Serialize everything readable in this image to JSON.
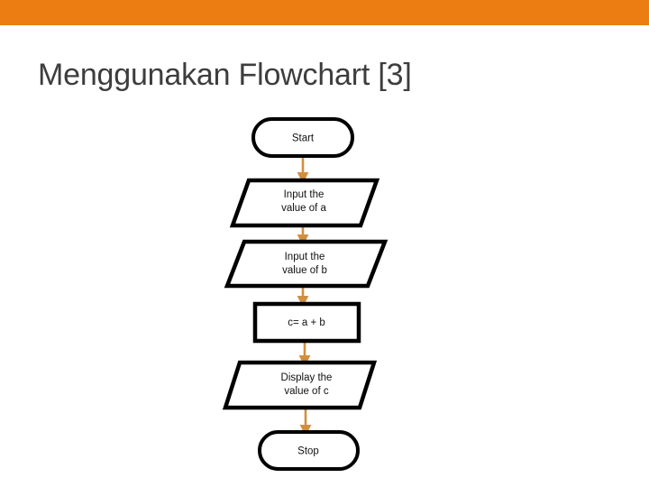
{
  "slide": {
    "title": "Menggunakan Flowchart [3]",
    "band_color": "#ec7d13",
    "background_color": "#ffffff",
    "title_color": "#3d3d3d"
  },
  "chart_data": {
    "type": "diagram",
    "diagram_kind": "flowchart",
    "title": "Menggunakan Flowchart [3]",
    "orientation": "top-to-bottom",
    "shape_outline_color": "#000000",
    "shape_fill_color": "#ffffff",
    "connector_color": "#d18f3f",
    "nodes": [
      {
        "id": "start",
        "label": "Start",
        "shape": "terminator"
      },
      {
        "id": "input_a",
        "label": "Input the\nvalue of a",
        "shape": "parallelogram"
      },
      {
        "id": "input_b",
        "label": "Input the\nvalue of b",
        "shape": "parallelogram"
      },
      {
        "id": "compute",
        "label": "c= a + b",
        "shape": "process"
      },
      {
        "id": "display",
        "label": "Display the\nvalue of c",
        "shape": "parallelogram"
      },
      {
        "id": "stop",
        "label": "Stop",
        "shape": "terminator"
      }
    ],
    "edges": [
      {
        "from": "start",
        "to": "input_a"
      },
      {
        "from": "input_a",
        "to": "input_b"
      },
      {
        "from": "input_b",
        "to": "compute"
      },
      {
        "from": "compute",
        "to": "display"
      },
      {
        "from": "display",
        "to": "stop"
      }
    ]
  },
  "nodes": {
    "start": {
      "label": "Start"
    },
    "input_a": {
      "line1": "Input the",
      "line2": "value of a"
    },
    "input_b": {
      "line1": "Input the",
      "line2": "value of b"
    },
    "compute": {
      "label": "c= a + b"
    },
    "display": {
      "line1": "Display the",
      "line2": "value of c"
    },
    "stop": {
      "label": "Stop"
    }
  }
}
